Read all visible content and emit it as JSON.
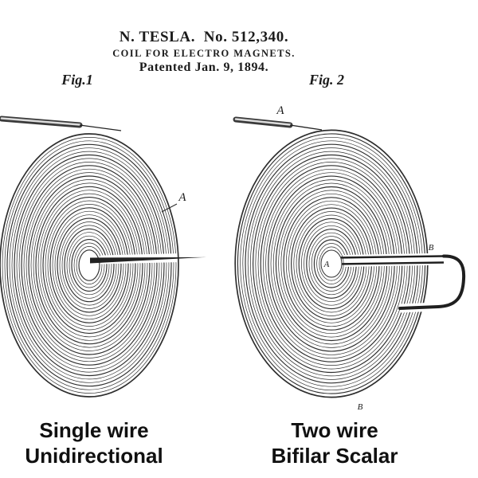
{
  "page": {
    "background": "#ffffff",
    "ink": "#1b1b1b"
  },
  "header": {
    "title": "N. TESLA.  No. 512,340.",
    "subtitle": "COIL FOR ELECTRO MAGNETS.",
    "date_line": "Patented Jan. 9, 1894."
  },
  "figures": {
    "fig1": {
      "label": "Fig.1",
      "outer_terminal": "A",
      "caption": [
        "Single wire",
        "Unidirectional"
      ]
    },
    "fig2": {
      "label": "Fig. 2",
      "outer_terminal": "A",
      "center_terminal": "A",
      "right_terminal": "B",
      "bottom_terminal": "B",
      "caption": [
        "Two wire",
        "Bifilar Scalar"
      ]
    }
  }
}
